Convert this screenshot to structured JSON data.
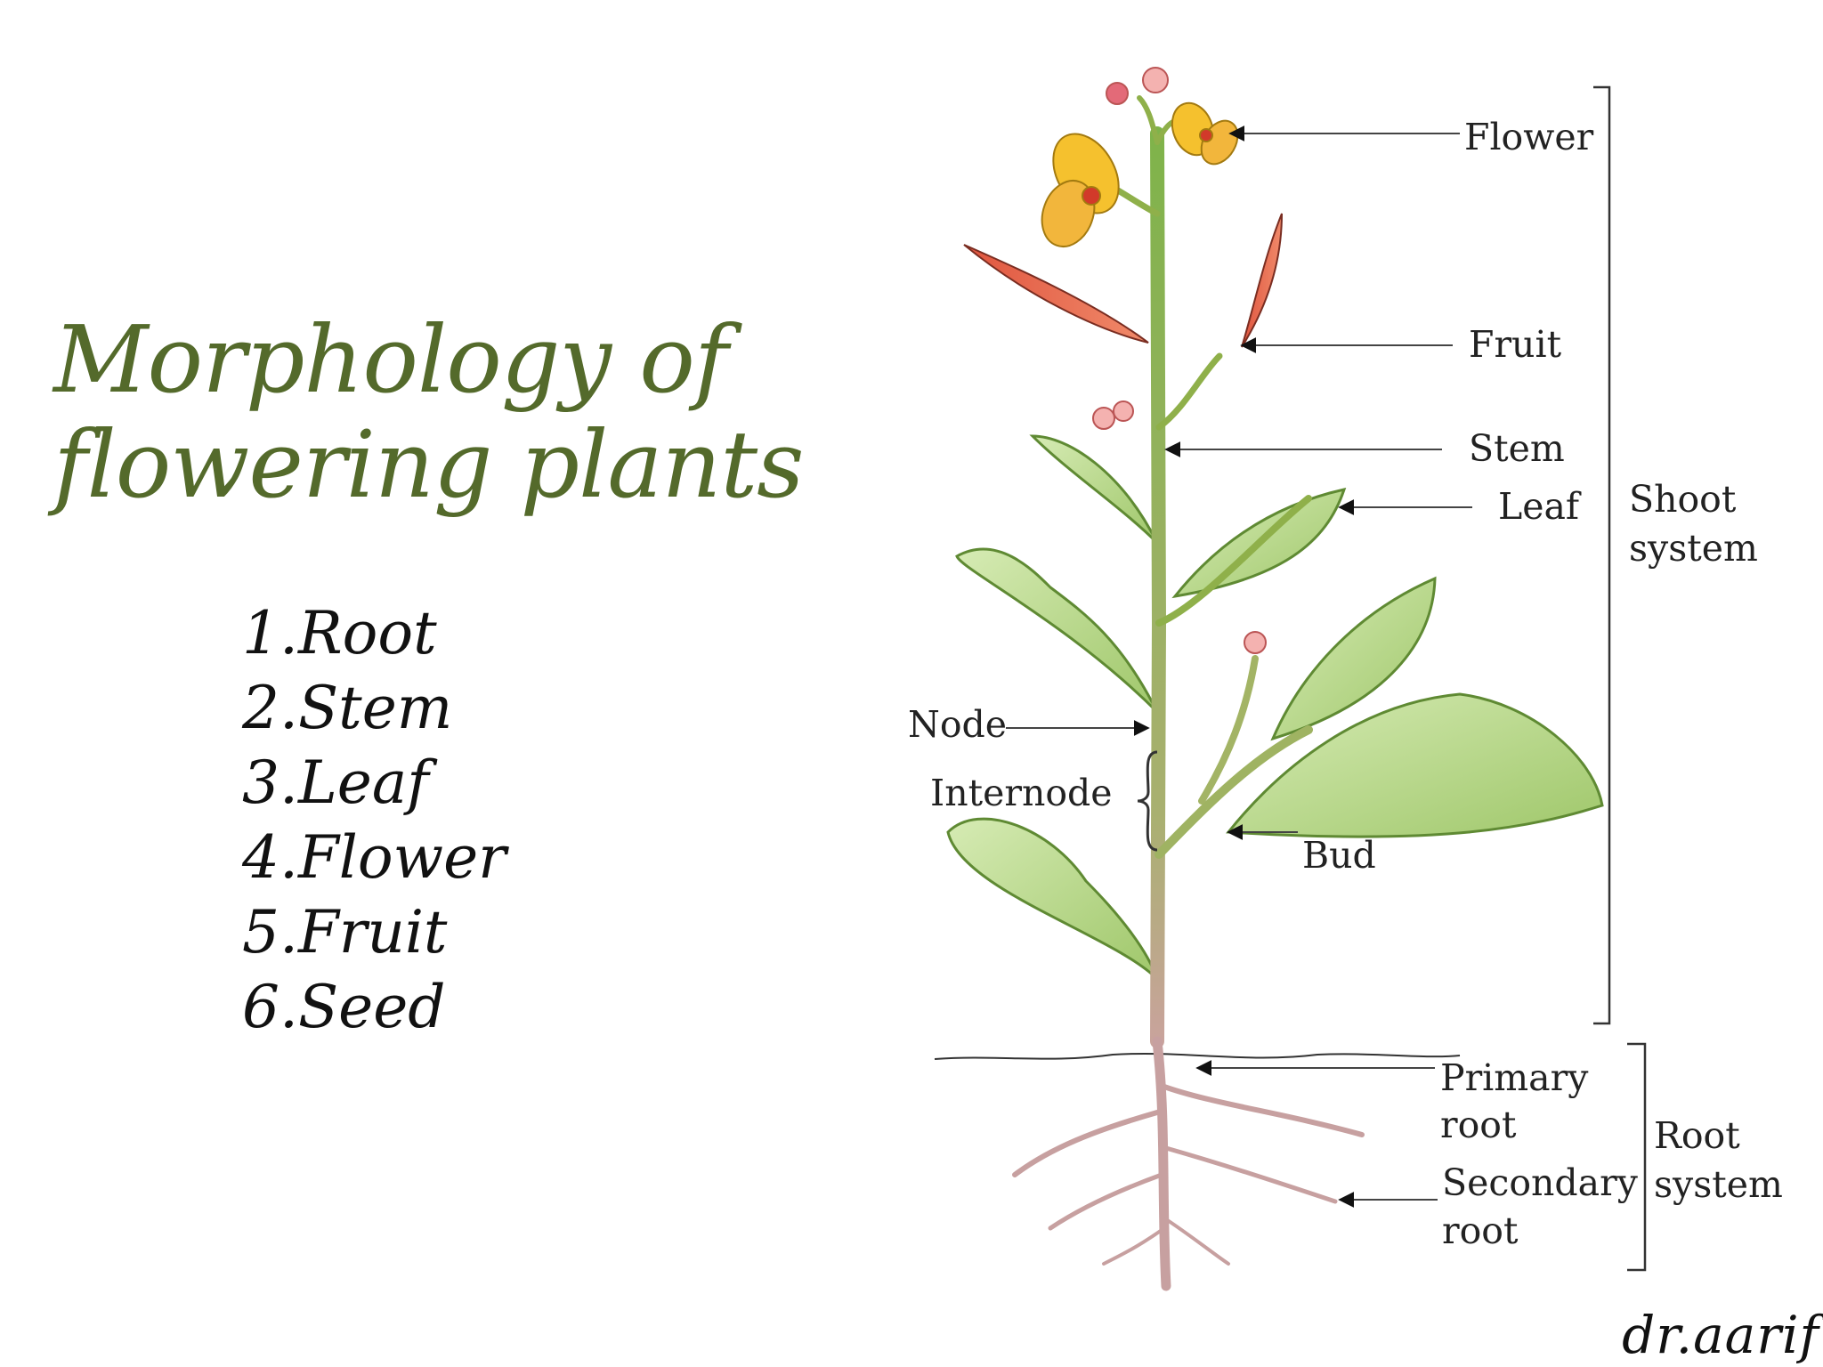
{
  "title_line1": "Morphology of",
  "title_line2": "flowering plants",
  "parts": [
    "1.Root",
    "2.Stem",
    "3.Leaf",
    "4.Flower",
    "5.Fruit",
    "6.Seed"
  ],
  "labels": {
    "flower": "Flower",
    "fruit": "Fruit",
    "stem": "Stem",
    "leaf": "Leaf",
    "node": "Node",
    "internode": "Internode",
    "bud": "Bud",
    "primary_root_1": "Primary",
    "primary_root_2": "root",
    "secondary_root_1": "Secondary",
    "secondary_root_2": "root",
    "shoot_system_1": "Shoot",
    "shoot_system_2": "system",
    "root_system_1": "Root",
    "root_system_2": "system"
  },
  "credit": "dr.aarif",
  "colors": {
    "title": "#546a2b",
    "stem": "#8fb04a",
    "leaf": "#b9d98a",
    "flower": "#f5c12e",
    "fruit": "#d9533e",
    "root": "#c99a9a"
  }
}
